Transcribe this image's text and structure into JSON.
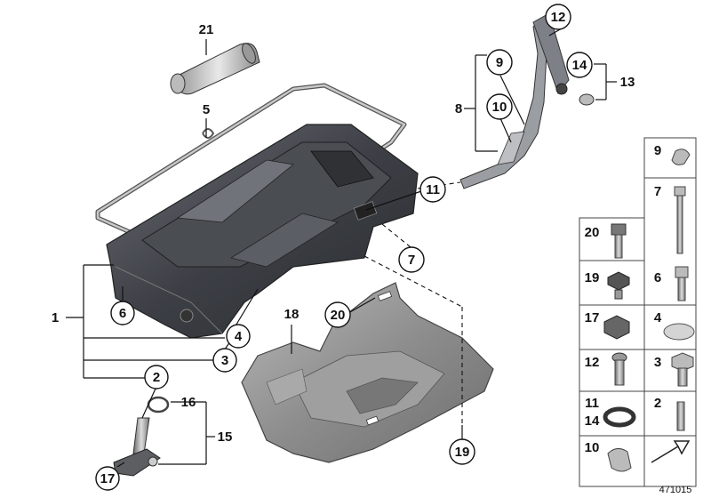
{
  "diagram": {
    "reference_number": "471015",
    "callouts": [
      {
        "id": "c1",
        "text": "1"
      },
      {
        "id": "c2",
        "text": "2"
      },
      {
        "id": "c3",
        "text": "3"
      },
      {
        "id": "c4",
        "text": "4"
      },
      {
        "id": "c5",
        "text": "5"
      },
      {
        "id": "c6",
        "text": "6"
      },
      {
        "id": "c7",
        "text": "7"
      },
      {
        "id": "c8",
        "text": "8"
      },
      {
        "id": "c9",
        "text": "9"
      },
      {
        "id": "c10",
        "text": "10"
      },
      {
        "id": "c11",
        "text": "11"
      },
      {
        "id": "c12",
        "text": "12"
      },
      {
        "id": "c13",
        "text": "13"
      },
      {
        "id": "c14",
        "text": "14"
      },
      {
        "id": "c15",
        "text": "15"
      },
      {
        "id": "c16",
        "text": "16"
      },
      {
        "id": "c17",
        "text": "17"
      },
      {
        "id": "c18",
        "text": "18"
      },
      {
        "id": "c19",
        "text": "19"
      },
      {
        "id": "c20",
        "text": "20"
      },
      {
        "id": "c21",
        "text": "21"
      }
    ],
    "legend_cells": [
      {
        "text": "9"
      },
      {
        "text": "7"
      },
      {
        "text": "20"
      },
      {
        "text": "19"
      },
      {
        "text": "6"
      },
      {
        "text": "17"
      },
      {
        "text": "4"
      },
      {
        "text": "12"
      },
      {
        "text": "3"
      },
      {
        "text": "11"
      },
      {
        "text": "14"
      },
      {
        "text": "2"
      },
      {
        "text": "10"
      }
    ]
  }
}
